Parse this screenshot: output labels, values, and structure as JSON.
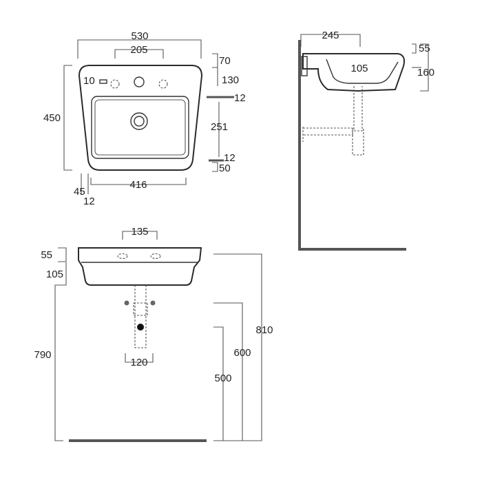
{
  "top_view": {
    "dims": {
      "overall_width": "530",
      "tap_hole_spacing": "205",
      "overall_depth": "450",
      "rear_to_tap": "70",
      "rear_to_bowl": "130",
      "tap_hole_offset": "10",
      "rim_thickness_right": "12",
      "bowl_depth": "251",
      "rim_thickness_front": "12",
      "front_rim": "50",
      "bowl_width": "416",
      "side_rim": "45",
      "side_rim_thickness": "12"
    }
  },
  "side_view": {
    "dims": {
      "projection": "245",
      "bowl_inner_depth": "105",
      "top_thickness": "55",
      "total_height": "160"
    }
  },
  "front_view": {
    "dims": {
      "fixing_spacing": "135",
      "top_thickness": "55",
      "bowl_height": "105",
      "floor_to_underside": "790",
      "floor_to_top": "810",
      "floor_to_fixing": "600",
      "floor_to_trap": "500",
      "waste_width": "120"
    }
  }
}
